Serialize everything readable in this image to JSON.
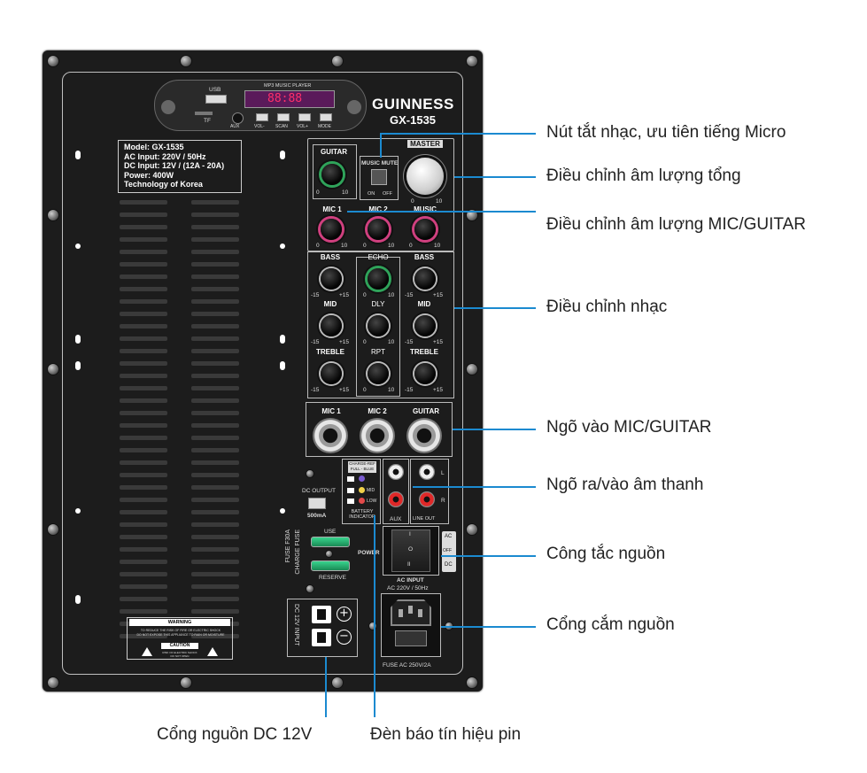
{
  "mp3": {
    "title": "MP3 MUSIC PLAYER",
    "usb": "USB",
    "tf": "TF",
    "display": "88:88",
    "buttons": [
      "AUX",
      "VOL-",
      "SCAN",
      "VOL+",
      "MODE"
    ]
  },
  "brand": {
    "name": "GUINNESS",
    "model": "GX-1535"
  },
  "spec_label": [
    "Model: GX-1535",
    "AC Input: 220V / 50Hz",
    "DC Input: 12V / (12A - 20A)",
    "Power: 400W",
    "Technology of Korea"
  ],
  "controls": {
    "guitar": "GUITAR",
    "music_mute": "MUSIC MUTE",
    "master": "MASTER",
    "mic1": "MIC 1",
    "mic2": "MIC 2",
    "music": "MUSIC",
    "bass": "BASS",
    "echo": "ECHO",
    "mid": "MID",
    "dly": "DLY",
    "treble": "TREBLE",
    "rpt": "RPT",
    "on": "ON",
    "off": "OFF",
    "scale_eq_min": "-15",
    "scale_eq_max": "+15",
    "scale_min": "0",
    "scale_max": "10"
  },
  "inputs": {
    "mic1": "MIC 1",
    "mic2": "MIC 2",
    "guitar": "GUITAR"
  },
  "battery": {
    "title": "CHARGE-REF FULL - BLUE",
    "mid": "MID",
    "low": "LOW",
    "label": "BATTERY INDICATOR"
  },
  "dc_output": {
    "label": "DC OUTPUT",
    "current": "500mA"
  },
  "aux": {
    "aux": "AUX",
    "line_out": "LINE OUT",
    "l": "L",
    "r": "R"
  },
  "fuse": {
    "charge_fuse": "CHARGE FUSE",
    "fuse_rating": "FUSE F30A",
    "use": "USE",
    "reserve": "RESERVE"
  },
  "power": {
    "label": "POWER",
    "ac": "AC",
    "off": "OFF",
    "dc": "DC",
    "on_mark": "I",
    "mid_mark": "O",
    "dc_mark": "II"
  },
  "ac_input": {
    "title": "AC INPUT",
    "spec": "AC 220V / 50Hz",
    "fuse": "FUSE AC 250V/2A"
  },
  "dc_input": {
    "label": "DC 12V INPUT",
    "plus": "+",
    "minus": "−"
  },
  "warning": {
    "title": "WARNING",
    "line1": "TO REDUCE THE RISK OF FIRE OR ELECTRIC SHOCK",
    "line2": "DO NOT EXPOSE THIS APPLIANCE TO RAIN OR MOISTURE",
    "caution": "CAUTION",
    "caution_sub": "RISK OF ELECTRIC SHOCK DO NOT OPEN"
  },
  "callouts": {
    "mute": "Nút tắt nhạc, ưu tiên tiếng Micro",
    "master": "Điều chỉnh âm lượng tổng",
    "mic_guitar_vol": "Điều chỉnh âm lượng MIC/GUITAR",
    "music": "Điều chỉnh nhạc",
    "mic_guitar_in": "Ngõ vào MIC/GUITAR",
    "audio_io": "Ngõ ra/vào âm thanh",
    "power_switch": "Công tắc nguồn",
    "power_socket": "Cổng cắm nguồn",
    "dc_port": "Cổng nguồn DC 12V",
    "battery_led": "Đèn báo tín hiệu pin"
  },
  "colors": {
    "panel": "#1c1c1c",
    "accent": "#1b8ad0",
    "green_ring": "#2fa35a",
    "pink_ring": "#d0407f"
  }
}
